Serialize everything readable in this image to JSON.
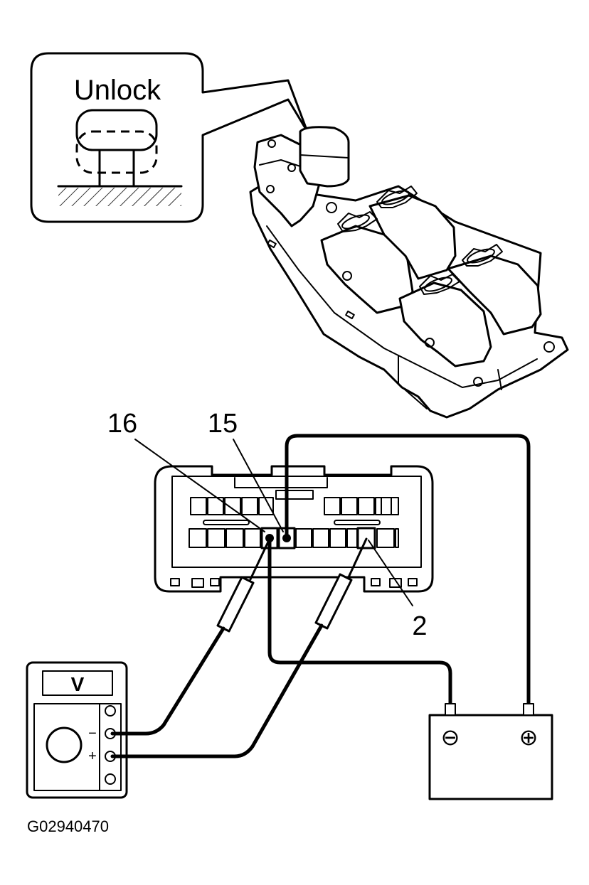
{
  "callout": {
    "label": "Unlock"
  },
  "terminals": {
    "t16": "16",
    "t15": "15",
    "t2": "2"
  },
  "voltmeter": {
    "display": "V",
    "minus": "−",
    "plus": "+"
  },
  "battery": {
    "neg": "⊖",
    "pos": "⊕"
  },
  "figure_id": "G02940470"
}
